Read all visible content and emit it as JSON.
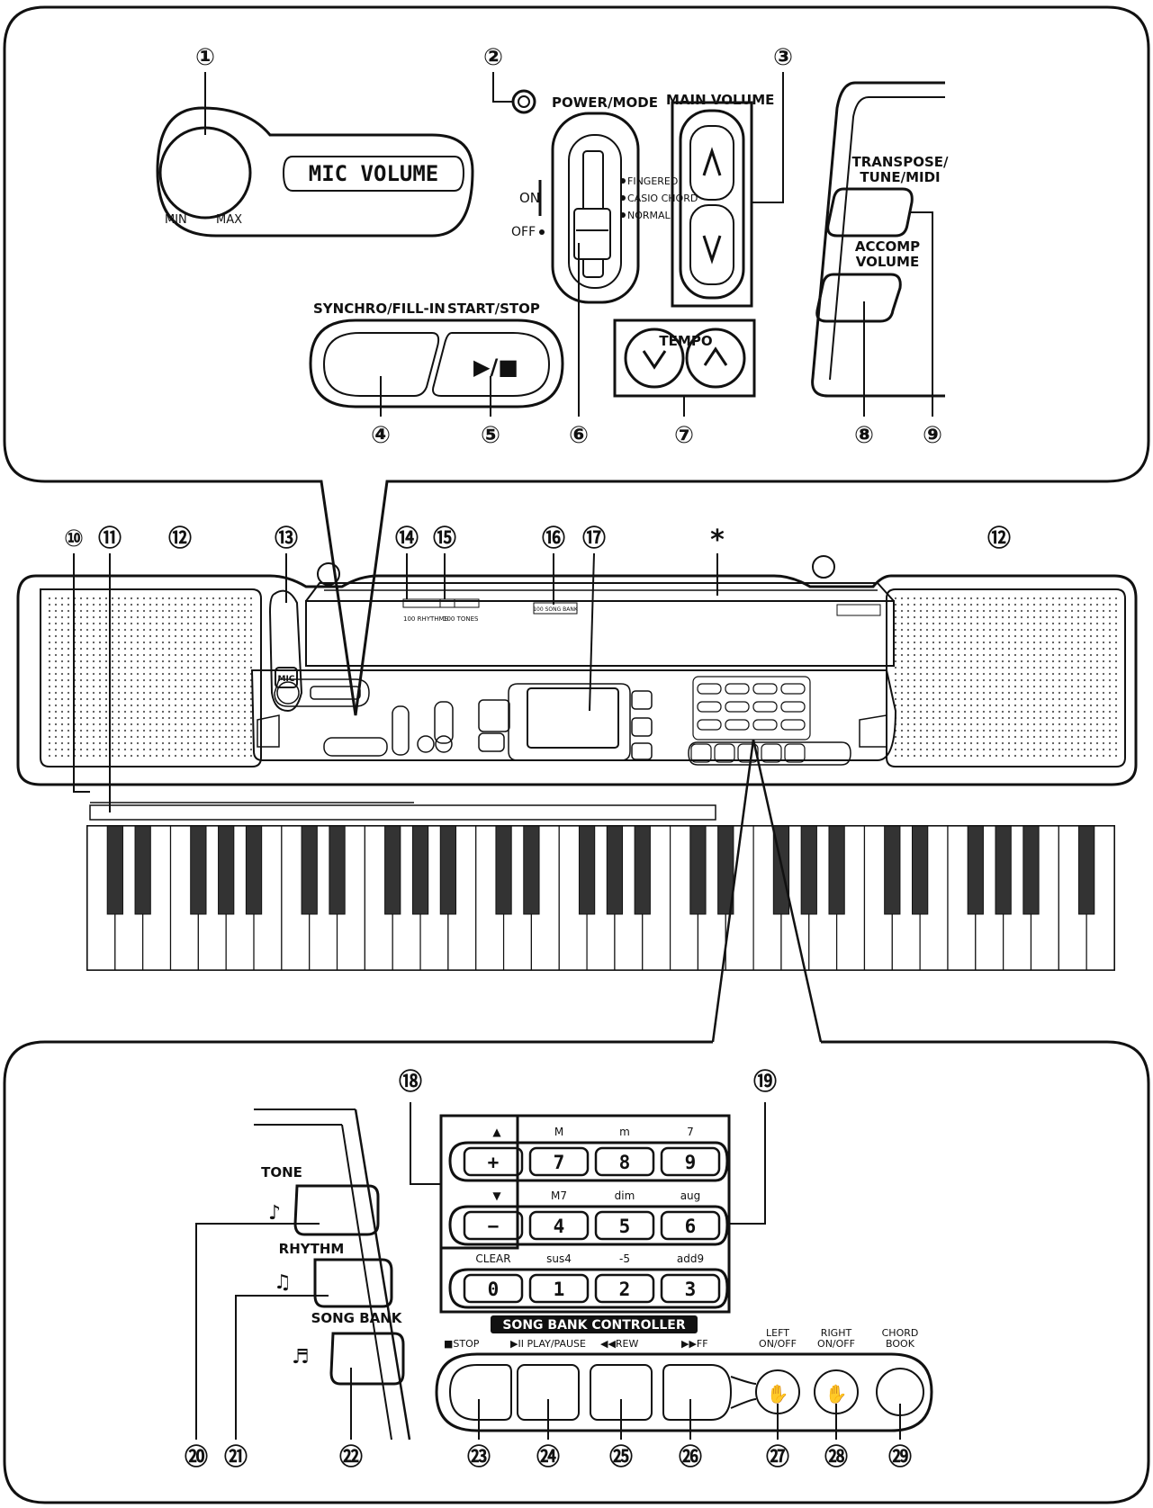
{
  "top_panel": {
    "mic_volume": "MIC VOLUME",
    "min": "MIN",
    "max": "MAX",
    "power_mode": "POWER/MODE",
    "on": "ON",
    "off": "OFF",
    "fingered": "FINGERED",
    "casio_chord": "CASIO CHORD",
    "normal": "NORMAL",
    "main_volume": "MAIN VOLUME",
    "transpose": "TRANSPOSE/",
    "tune_midi": "TUNE/MIDI",
    "accomp": "ACCOMP",
    "volume": "VOLUME",
    "synchro": "SYNCHRO/FILL-IN",
    "start_stop": "START/STOP",
    "tempo": "TEMPO",
    "play_stop_symbol": "▶/■"
  },
  "keyboard": {
    "mic": "MIC",
    "rhythms": "100 RHYTHMS",
    "tones": "100 TONES",
    "song_bank": "100 SONG BANK",
    "asterisk": "*"
  },
  "bottom_panel": {
    "tone": "TONE",
    "rhythm": "RHYTHM",
    "song_bank": "SONG BANK",
    "up_arrow": "▲",
    "down_arrow": "▼",
    "plus": "+",
    "minus": "−",
    "chords_row1": [
      "M",
      "m",
      "7"
    ],
    "keys_row1": [
      "7",
      "8",
      "9"
    ],
    "chords_row2": [
      "M7",
      "dim",
      "aug"
    ],
    "keys_row2": [
      "4",
      "5",
      "6"
    ],
    "chords_row3": [
      "CLEAR",
      "sus4",
      "-5",
      "add9"
    ],
    "keys_row3": [
      "0",
      "1",
      "2",
      "3"
    ],
    "controller_title": "SONG BANK CONTROLLER",
    "stop": "■STOP",
    "play_pause": "▶II PLAY/PAUSE",
    "rew": "◀◀REW",
    "ff": "▶▶FF",
    "left_1": "LEFT",
    "left_2": "ON/OFF",
    "right_1": "RIGHT",
    "right_2": "ON/OFF",
    "chord_1": "CHORD",
    "chord_2": "BOOK"
  },
  "callouts": [
    "①",
    "②",
    "③",
    "④",
    "⑤",
    "⑥",
    "⑦",
    "⑧",
    "⑨",
    "⑩",
    "⑪",
    "⑫",
    "⑬",
    "⑭",
    "⑮",
    "⑯",
    "⑰",
    "⑱",
    "⑲",
    "⑳",
    "㉑",
    "㉒",
    "㉓",
    "㉔",
    "㉕",
    "㉖",
    "㉗",
    "㉘",
    "㉙"
  ]
}
